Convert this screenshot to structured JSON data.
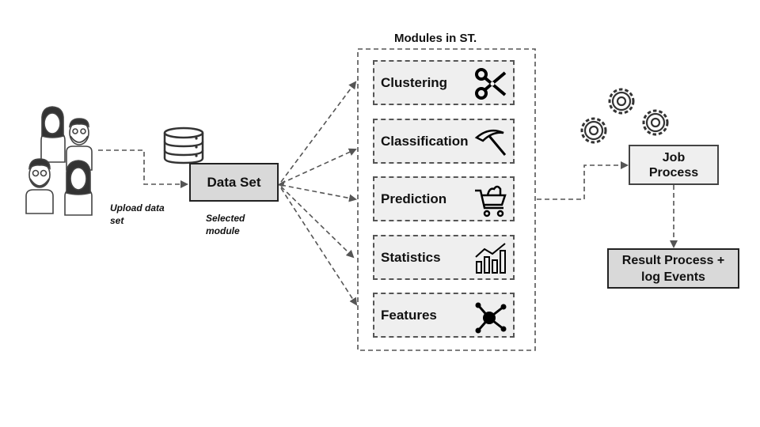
{
  "title": "Modules in ST.",
  "upload_label": "Upload data set",
  "dataset": {
    "label": "Data Set",
    "caption": "Selected module"
  },
  "modules": [
    {
      "label": "Clustering",
      "icon": "scissors-icon"
    },
    {
      "label": "Classification",
      "icon": "pickaxe-icon"
    },
    {
      "label": "Prediction",
      "icon": "shopping-cart-icon"
    },
    {
      "label": "Statistics",
      "icon": "bar-chart-icon"
    },
    {
      "label": "Features",
      "icon": "network-hub-icon"
    }
  ],
  "job": {
    "label": "Job Process"
  },
  "result": {
    "label": "Result Process + log Events"
  },
  "icons": [
    "users-icon",
    "database-icon",
    "gears-icon"
  ],
  "colors": {
    "box_fill": "#d9d9d9",
    "light_fill": "#efefef",
    "connector": "#555555"
  }
}
